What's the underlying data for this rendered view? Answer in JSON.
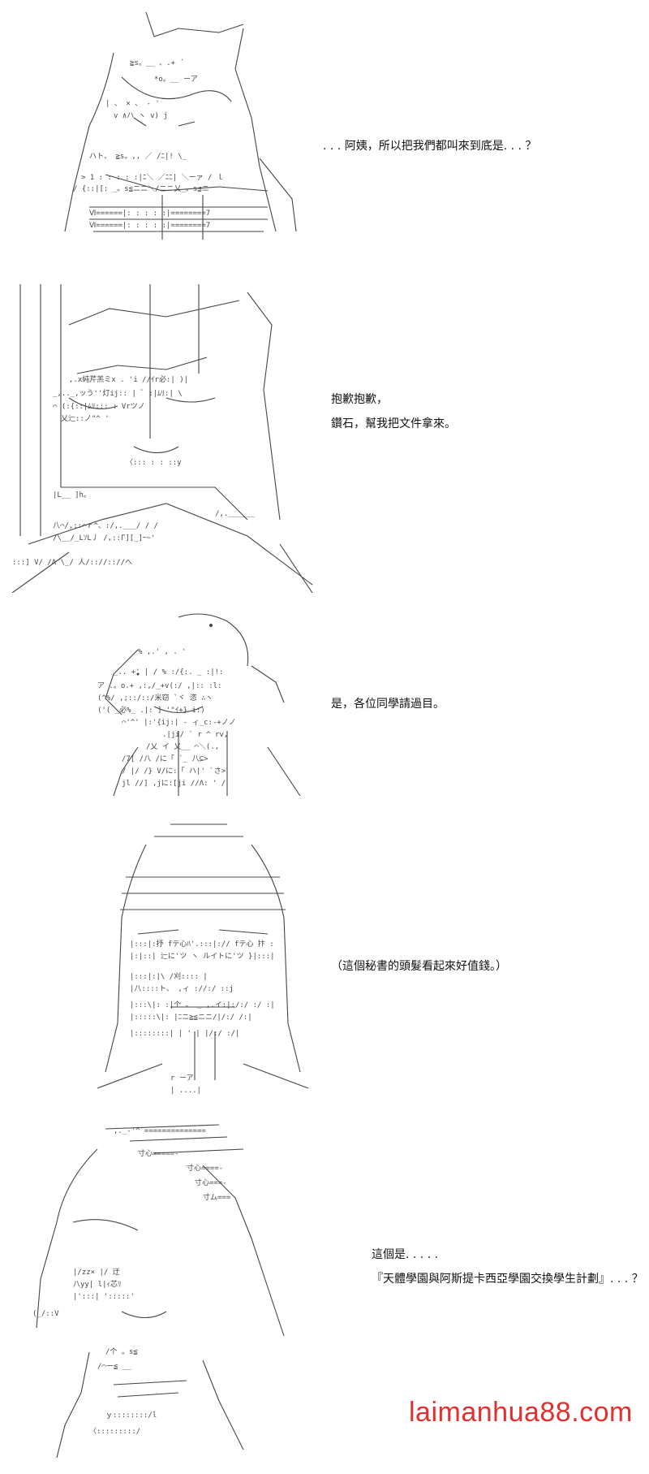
{
  "panels": [
    {
      "dialogue": [
        ". . . 阿姨，所以把我們都叫來到底是. . . ？"
      ]
    },
    {
      "dialogue": [
        "抱歉抱歉，",
        "鑽石，幫我把文件拿來。"
      ]
    },
    {
      "dialogue": [
        "是，各位同學請過目。"
      ]
    },
    {
      "dialogue": [
        "（這個秘書的頭髮看起來好值錢。）"
      ]
    },
    {
      "dialogue": [
        "這個是. . . . .",
        "『天體學園與阿斯提卡西亞學園交換學生計劃』. . . ？"
      ]
    }
  ],
  "watermark": "laimanhua88.com"
}
